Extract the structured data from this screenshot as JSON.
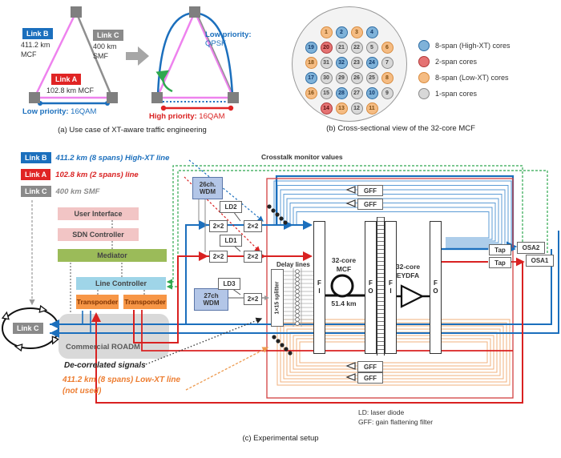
{
  "colors": {
    "link_blue": "#1b6fbd",
    "link_red": "#e02424",
    "link_gray": "#8a8a8a",
    "magenta_edge": "#ee82ee",
    "green_arrow": "#2fa84f",
    "orange_loop": "#f0ad74",
    "monitor_green": "#2fa84f"
  },
  "panel_a": {
    "caption": "(a) Use case of XT-aware traffic engineering",
    "link_b": {
      "badge": "Link B",
      "line1": "411.2 km",
      "line2": "MCF"
    },
    "link_c": {
      "badge": "Link C",
      "line1": "400 km",
      "line2": "SMF"
    },
    "link_a": {
      "badge": "Link A",
      "detail": "102.8 km MCF"
    },
    "before_priority_label": "Low priority:",
    "before_priority_value": "16QAM",
    "after_low_label": "Low priority:",
    "after_low_value": "QPSK",
    "after_high_label": "High priority:",
    "after_high_value": "16QAM"
  },
  "panel_b": {
    "caption": "(b) Cross-sectional view of the 32-core MCF",
    "core_colors": {
      "high_xt": {
        "fill": "#7fb2d9",
        "stroke": "#2e6da4",
        "text": "#123a6b"
      },
      "two_span": {
        "fill": "#e57373",
        "stroke": "#b03a3a",
        "text": "#5c1010"
      },
      "low_xt": {
        "fill": "#f5bc83",
        "stroke": "#d98c3f",
        "text": "#7a4a10"
      },
      "one_span": {
        "fill": "#d8d8d8",
        "stroke": "#8a8a8a",
        "text": "#444444"
      }
    },
    "legend": [
      {
        "label": "8-span (High-XT) cores",
        "type": "high_xt"
      },
      {
        "label": "2-span cores",
        "type": "two_span"
      },
      {
        "label": "8-span (Low-XT) cores",
        "type": "low_xt"
      },
      {
        "label": "1-span cores",
        "type": "one_span"
      }
    ],
    "core_rows": [
      [
        {
          "n": 1,
          "t": "low_xt"
        },
        {
          "n": 2,
          "t": "high_xt"
        },
        {
          "n": 3,
          "t": "low_xt"
        },
        {
          "n": 4,
          "t": "high_xt"
        }
      ],
      [
        {
          "n": 19,
          "t": "high_xt"
        },
        {
          "n": 20,
          "t": "two_span"
        },
        {
          "n": 21,
          "t": "one_span"
        },
        {
          "n": 22,
          "t": "one_span"
        },
        {
          "n": 5,
          "t": "one_span"
        },
        {
          "n": 6,
          "t": "low_xt"
        }
      ],
      [
        {
          "n": 18,
          "t": "low_xt"
        },
        {
          "n": 31,
          "t": "one_span"
        },
        {
          "n": 32,
          "t": "high_xt"
        },
        {
          "n": 23,
          "t": "one_span"
        },
        {
          "n": 24,
          "t": "high_xt"
        },
        {
          "n": 7,
          "t": "one_span"
        }
      ],
      [
        {
          "n": 17,
          "t": "high_xt"
        },
        {
          "n": 30,
          "t": "one_span"
        },
        {
          "n": 29,
          "t": "one_span"
        },
        {
          "n": 26,
          "t": "one_span"
        },
        {
          "n": 25,
          "t": "one_span"
        },
        {
          "n": 8,
          "t": "low_xt"
        }
      ],
      [
        {
          "n": 16,
          "t": "low_xt"
        },
        {
          "n": 15,
          "t": "one_span"
        },
        {
          "n": 28,
          "t": "high_xt"
        },
        {
          "n": 27,
          "t": "one_span"
        },
        {
          "n": 10,
          "t": "high_xt"
        },
        {
          "n": 9,
          "t": "one_span"
        }
      ],
      [
        {
          "n": 14,
          "t": "two_span"
        },
        {
          "n": 13,
          "t": "low_xt"
        },
        {
          "n": 12,
          "t": "one_span"
        },
        {
          "n": 11,
          "t": "low_xt"
        }
      ]
    ]
  },
  "panel_c": {
    "caption": "(c) Experimental setup",
    "links": [
      {
        "badge": "Link B",
        "text": "411.2 km (8 spans) High-XT line",
        "type": "blue"
      },
      {
        "badge": "Link A",
        "text": "102.8 km (2 spans) line",
        "type": "red"
      },
      {
        "badge": "Link C",
        "text": "400 km SMF",
        "type": "gray"
      }
    ],
    "stack": {
      "user_interface": "User Interface",
      "sdn_controller": "SDN Controller",
      "mediator": "Mediator",
      "line_controller": "Line Controller",
      "transponder_left": "Transponder",
      "transponder_right": "Transponder",
      "roadm": "Commercial ROADM"
    },
    "link_c_node": "Link C",
    "crosstalk_label": "Crosstalk monitor values",
    "wdm26_line1": "26ch.",
    "wdm26_line2": "WDM",
    "wdm27_line1": "27ch",
    "wdm27_line2": "WDM",
    "ld1": "LD1",
    "ld2": "LD2",
    "ld3": "LD3",
    "coupler": "2×2",
    "splitter": "1×15 splitter",
    "delay_lines": "Delay lines",
    "fan_in": "F\nI",
    "fan_out": "F\nO",
    "mcf_label1": "32-core",
    "mcf_label2": "MCF",
    "mcf_length": "51.4 km",
    "eydfa_label1": "32-core",
    "eydfa_label2": "EYDFA",
    "tap": "Tap",
    "osa2": "OSA2",
    "osa1": "OSA1",
    "gff": "GFF",
    "decorrelated": "De-correlated signals",
    "lowxt_line1": "411.2 km (8 spans) Low-XT line",
    "lowxt_line2": "(not used)",
    "abbrev_ld": "LD:  laser diode",
    "abbrev_gff": "GFF:  gain flattening filter"
  }
}
